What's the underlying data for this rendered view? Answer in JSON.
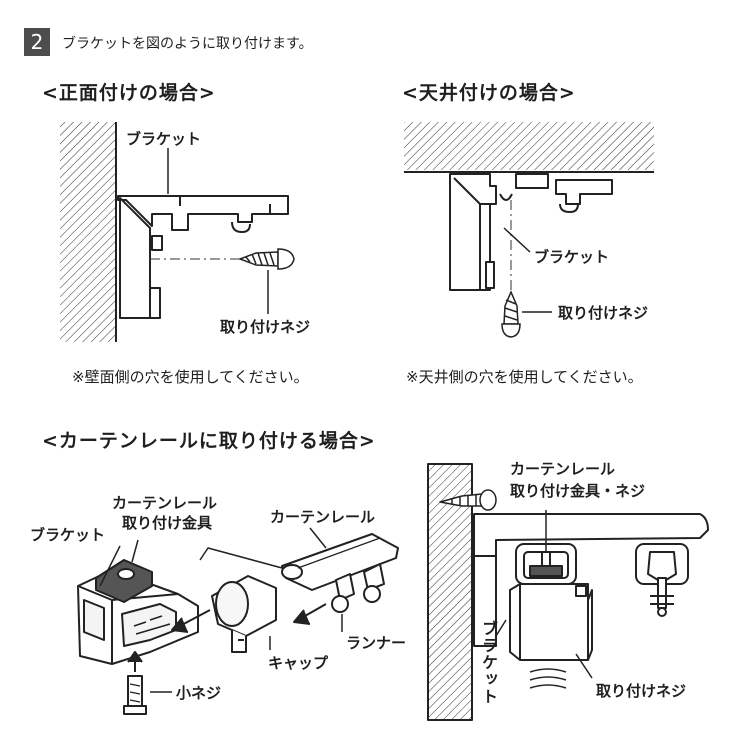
{
  "step": {
    "number": "2",
    "instruction": "ブラケットを図のように取り付けます。"
  },
  "front": {
    "title": "<正面付けの場合>",
    "bracket_label": "ブラケット",
    "screw_label": "取り付けネジ",
    "note": "※壁面側の穴を使用してください。"
  },
  "ceiling": {
    "title": "<天井付けの場合>",
    "bracket_label": "ブラケット",
    "screw_label": "取り付けネジ",
    "note": "※天井側の穴を使用してください。"
  },
  "rail": {
    "title": "<カーテンレールに取り付ける場合>",
    "fitting_label_line1": "カーテンレール",
    "fitting_label_line2": "取り付け金具",
    "bracket_label": "ブラケット",
    "rail_label": "カーテンレール",
    "runner_label": "ランナー",
    "cap_label": "キャップ",
    "small_screw_label": "小ネジ",
    "detail_label_line1": "カーテンレール",
    "detail_label_line2": "取り付け金具・ネジ",
    "detail_bracket_label": "ブラケット",
    "detail_screw_label": "取り付けネジ"
  }
}
